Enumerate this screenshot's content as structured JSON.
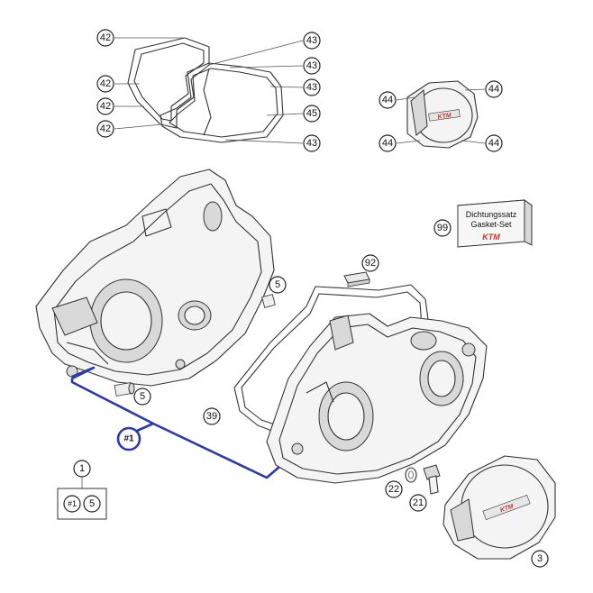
{
  "callouts": {
    "gasket_42_a": "42",
    "gasket_42_b": "42",
    "gasket_42_c": "42",
    "gasket_42_d": "42",
    "gasket_43_a": "43",
    "gasket_43_b": "43",
    "gasket_43_c": "43",
    "gasket_43_d": "43",
    "gasket_45": "45",
    "clutch_44_a": "44",
    "clutch_44_b": "44",
    "clutch_44_c": "44",
    "clutch_44_d": "44",
    "gasket_set_99": "99",
    "part_92": "92",
    "bushing_5_a": "5",
    "bushing_5_b": "5",
    "gasket_39": "39",
    "callout_22": "22",
    "callout_21": "21",
    "ignition_cover_3": "3",
    "legend_1": "1",
    "legend_5": "5"
  },
  "gasket_set_box": {
    "line1": "Dichtungssatz",
    "line2": "Gasket-Set",
    "logo": "KTM"
  },
  "blue_callout": "#1",
  "legend_box": {
    "ref": "#1"
  },
  "colors": {
    "blue_highlight": "#2b3aa8",
    "logo_red": "#c0392b"
  }
}
